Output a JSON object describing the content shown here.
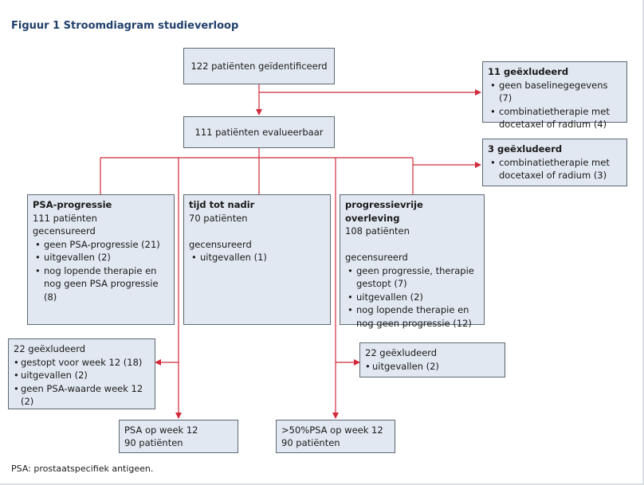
{
  "title": "Figuur 1 Stroomdiagram studieverloop",
  "footnote": "PSA: prostaatspecifiek antigeen.",
  "colors": {
    "box_fill": "#e2e8f1",
    "box_border": "#5c6873",
    "arrow": "#d12a3a",
    "title": "#1f3f6b"
  },
  "boxes": {
    "identified": "122 patiënten geïdentificeerd",
    "evaluable": "111 patiënten evalueerbaar",
    "excluded1": {
      "heading": "11 geëxludeerd",
      "items": [
        "geen baselinegegevens (7)",
        "combinatietherapie met docetaxel of radium (4)"
      ]
    },
    "excluded2": {
      "heading": "3 geëxludeerd",
      "items": [
        "combinatietherapie met docetaxel of radium (3)"
      ]
    },
    "psa_progression": {
      "heading": "PSA-progressie",
      "line1": "111 patiënten",
      "line2": "gecensureerd",
      "items": [
        "geen PSA-progressie (21)",
        "uitgevallen (2)",
        "nog lopende therapie en nog geen PSA progressie (8)"
      ]
    },
    "time_nadir": {
      "heading": "tijd tot nadir",
      "line1": "70 patiënten",
      "line2": "gecensureerd",
      "items": [
        "uitgevallen (1)"
      ]
    },
    "pfs": {
      "heading": "progressievrije overleving",
      "line1": "108 patiënten",
      "line2": "gecensureerd",
      "items": [
        "geen progressie, therapie gestopt (7)",
        "uitgevallen (2)",
        "nog lopende therapie en nog geen progressie (12)"
      ]
    },
    "excluded3": {
      "heading": "22 geëxludeerd",
      "items": [
        "gestopt voor week 12 (18)",
        "uitgevallen (2)",
        "geen PSA-waarde week 12 (2)"
      ]
    },
    "excluded4": {
      "heading": "22 geëxludeerd",
      "items": [
        "uitgevallen (2)"
      ]
    },
    "psa_week12": {
      "heading": "PSA op week 12",
      "line1": "90 patiënten"
    },
    "psa50_week12": {
      "heading": ">50%PSA op week 12",
      "line1": "90 patiënten"
    }
  }
}
